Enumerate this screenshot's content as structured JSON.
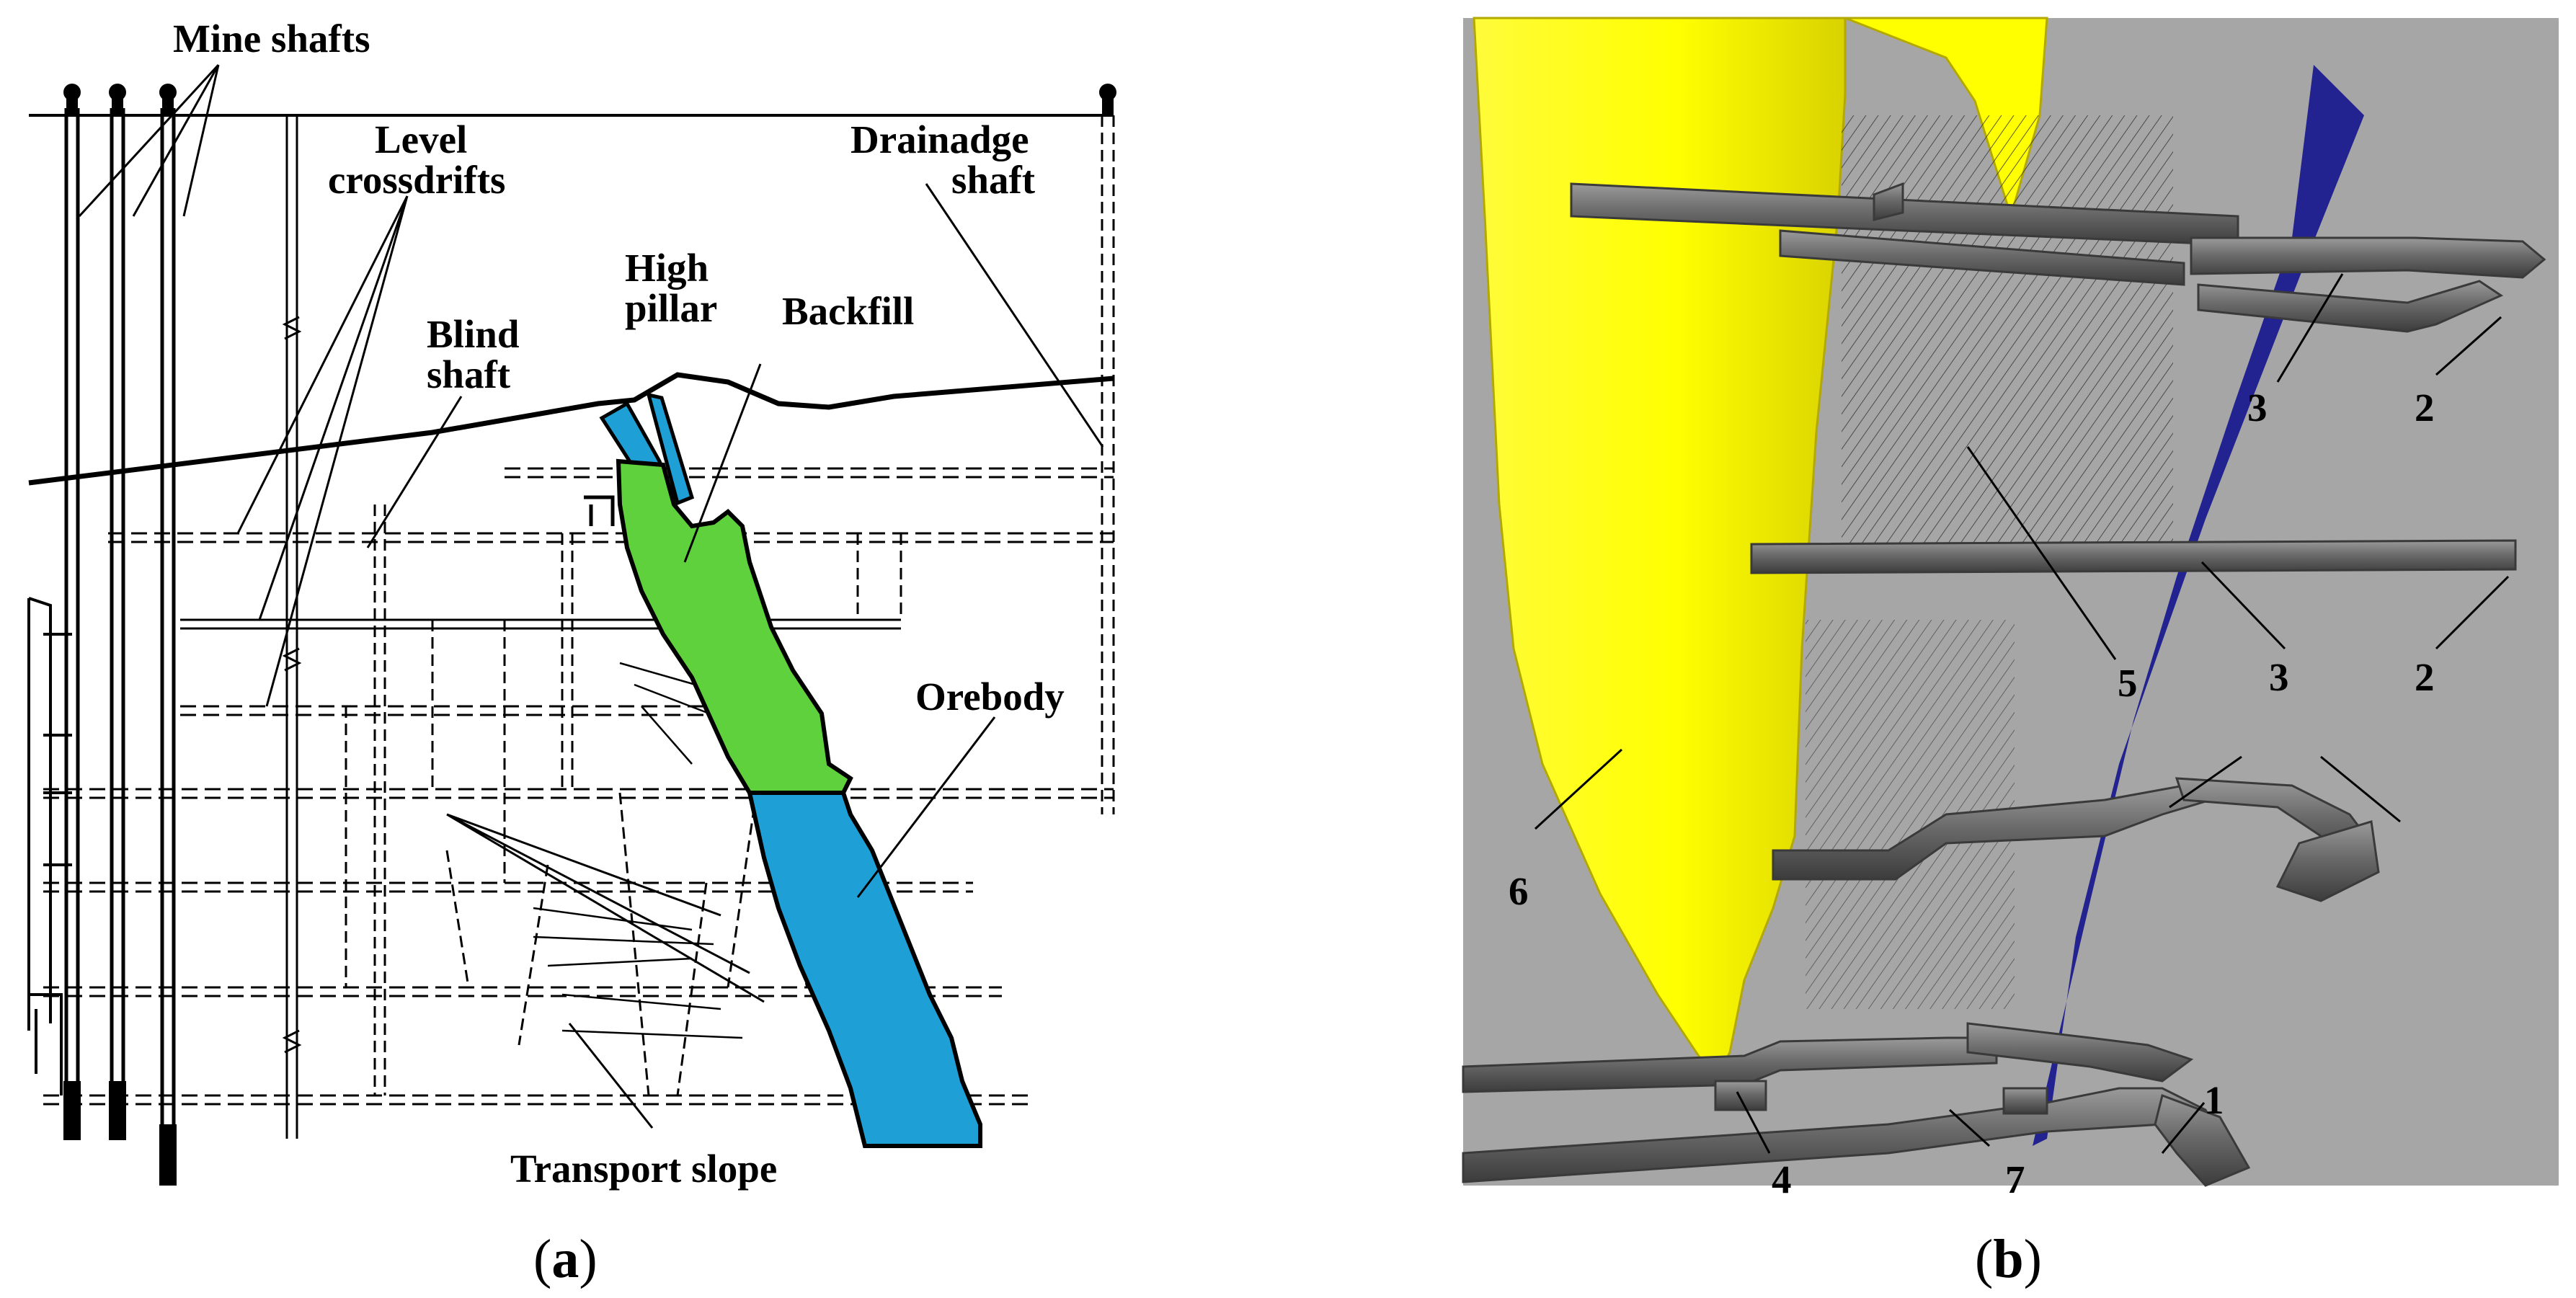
{
  "panel_a": {
    "labels": {
      "mine_shafts": "Mine shafts",
      "level_crossdrifts_1": "Level",
      "level_crossdrifts_2": "crossdrifts",
      "drainage_shaft_1": "Drainadge",
      "drainage_shaft_2": "shaft",
      "high_pillar_1": "High",
      "high_pillar_2": "pillar",
      "backfill": "Backfill",
      "blind_shaft_1": "Blind",
      "blind_shaft_2": "shaft",
      "orebody": "Orebody",
      "transport_slope": "Transport slope"
    },
    "caption": {
      "open": "(",
      "letter": "a",
      "close": ")"
    },
    "colors": {
      "backfill": "#5fd13c",
      "orebody": "#1e9fd6",
      "ink": "#000000"
    }
  },
  "panel_b": {
    "labels": {
      "n1": "1",
      "n2_top": "2",
      "n2_mid": "2",
      "n3_top": "3",
      "n3_mid": "3",
      "n4": "4",
      "n5": "5",
      "n6": "6",
      "n7": "7"
    },
    "caption": {
      "open": "(",
      "letter": "b",
      "close": ")"
    },
    "colors": {
      "background": "#a6a6a6",
      "yellow_body": "#ffff00",
      "blue_plane": "#0a0a8c",
      "tunnel": "#6e6e6e"
    }
  }
}
